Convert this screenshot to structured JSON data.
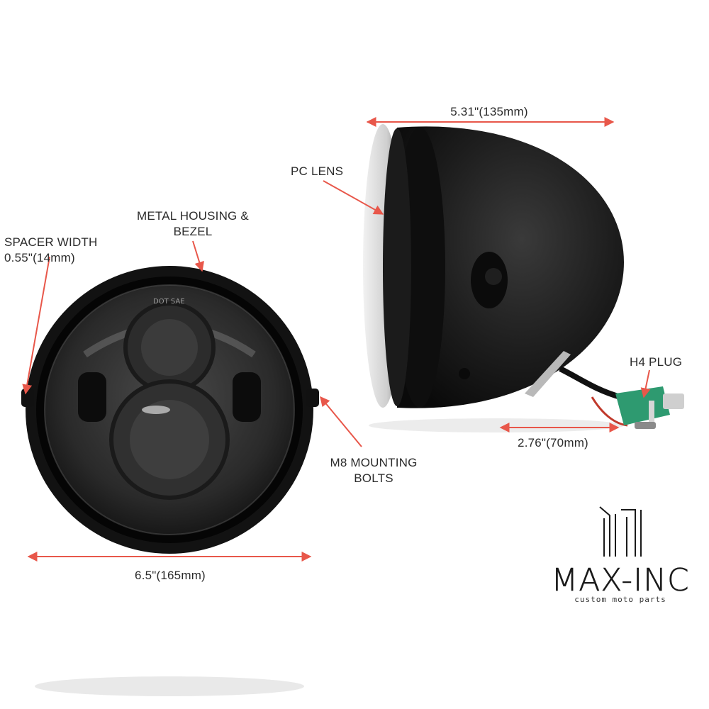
{
  "labels": {
    "spacer_line1": "SPACER WIDTH",
    "spacer_line2": "0.55\"(14mm)",
    "housing_line1": "METAL HOUSING &",
    "housing_line2": "BEZEL",
    "pc_lens": "PC LENS",
    "depth": "5.31\"(135mm)",
    "h4_plug": "H4 PLUG",
    "wire_length": "2.76\"(70mm)",
    "bolts_line1": "M8 MOUNTING",
    "bolts_line2": "BOLTS",
    "diameter": "6.5\"(165mm)"
  },
  "lens_markings": "DOT SAE",
  "brand": {
    "name": "MAX-INC",
    "tagline": "custom moto parts"
  },
  "colors": {
    "arrow": "#e8574a",
    "housing": "#161616",
    "plug": "#2e9a70",
    "background": "#ffffff"
  }
}
